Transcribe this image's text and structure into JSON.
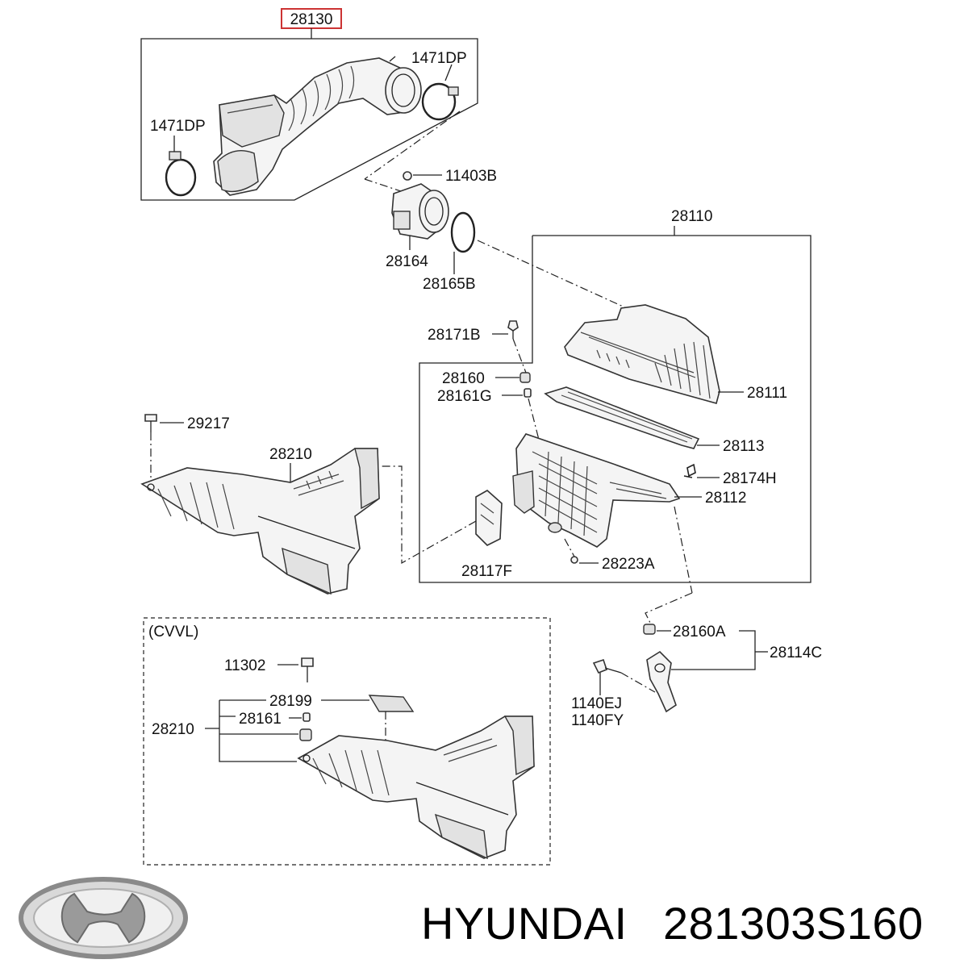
{
  "labels": {
    "p28130": "28130",
    "p1471dp_right": "1471DP",
    "p1471dp_left": "1471DP",
    "p11403b": "11403B",
    "p28164": "28164",
    "p28165b": "28165B",
    "p28110": "28110",
    "p28171b": "28171B",
    "p28160": "28160",
    "p28161g": "28161G",
    "p28111": "28111",
    "p28113": "28113",
    "p28174h": "28174H",
    "p28112": "28112",
    "p28117f": "28117F",
    "p28223a": "28223A",
    "p29217": "29217",
    "p28210_top": "28210",
    "p28160a": "28160A",
    "p28114c": "28114C",
    "p1140ej": "1140EJ",
    "p1140fy": "1140FY",
    "cvvl": "(CVVL)",
    "p11302": "11302",
    "p28199": "28199",
    "p28161": "28161",
    "p28210_bottom": "28210"
  },
  "highlight_color": "#cc3333",
  "footer": {
    "brand": "HYUNDAI",
    "part_number": "281303S160",
    "logo": "hyundai-logo"
  }
}
